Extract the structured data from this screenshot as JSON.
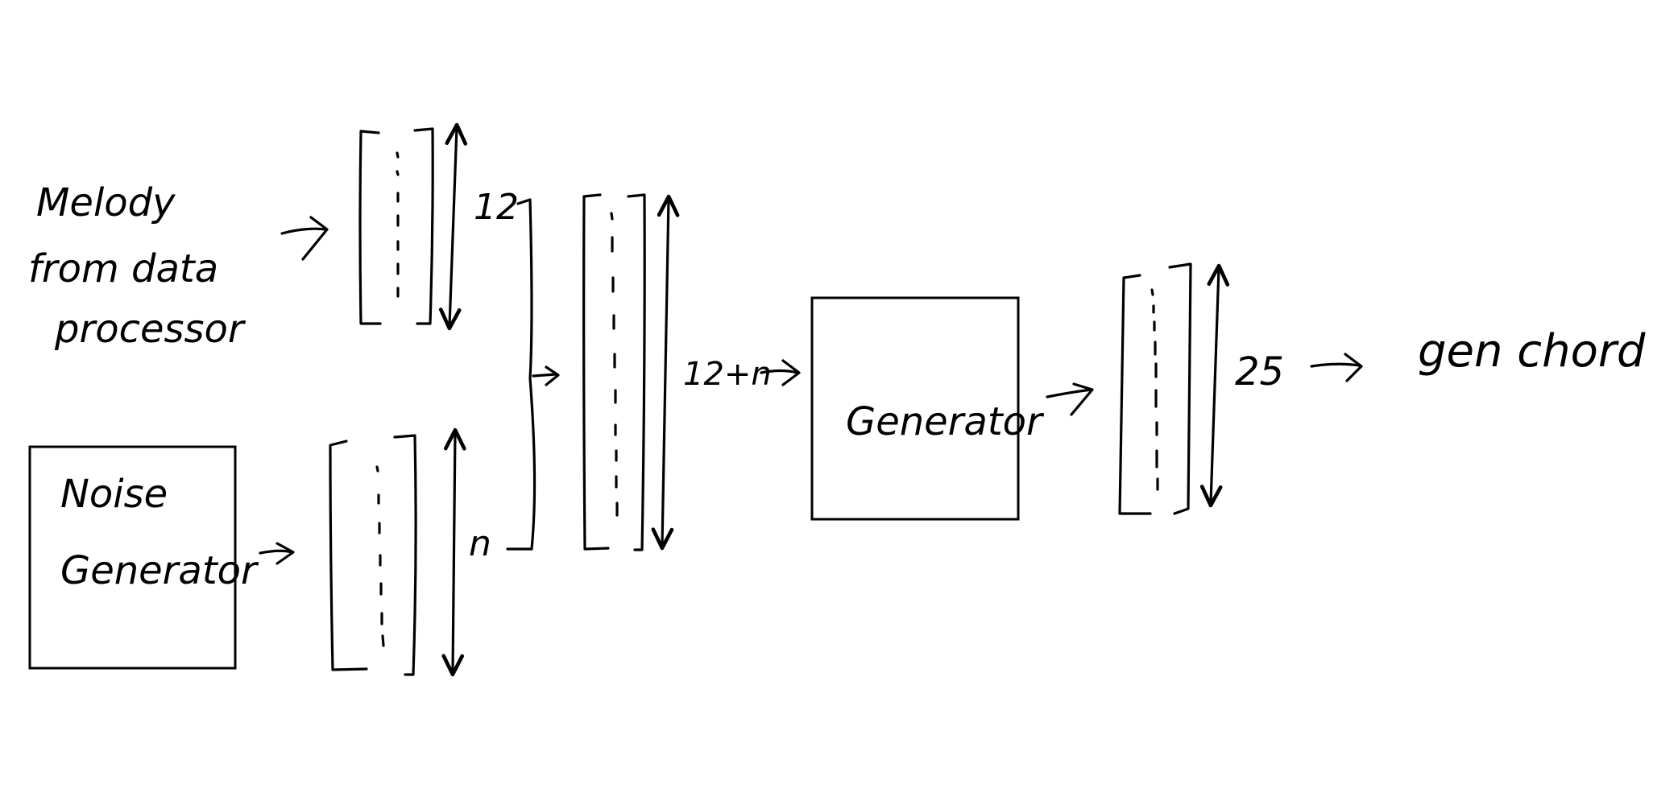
{
  "melody_label": [
    "Melody",
    "from data",
    "processor"
  ],
  "noise_generator_label": [
    "Noise",
    "Generator"
  ],
  "dim_melody": "12",
  "dim_noise": "n",
  "dim_concat": "12+n",
  "generator_label": "Generator",
  "dim_output": "25",
  "output_label": "gen chord",
  "colors": {
    "ink": "#000000",
    "background": "#ffffff"
  }
}
